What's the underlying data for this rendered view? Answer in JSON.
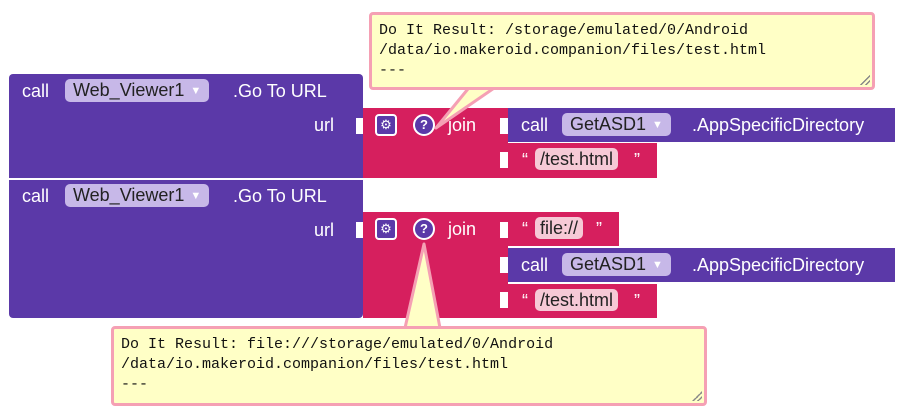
{
  "colors": {
    "procedure": "#5b39a8",
    "text_block": "#d61f5e",
    "bubble_bg": "#ffffc6",
    "bubble_border": "#f5a0b4"
  },
  "block1": {
    "call_label": "call",
    "component": "Web_Viewer1",
    "method": ".Go To URL",
    "socket_label": "url",
    "join_label": "join",
    "item1": {
      "call_label": "call",
      "component": "GetASD1",
      "method": ".AppSpecificDirectory"
    },
    "item2": {
      "quote_open": "“",
      "text": "/test.html",
      "quote_close": "”"
    }
  },
  "block2": {
    "call_label": "call",
    "component": "Web_Viewer1",
    "method": ".Go To URL",
    "socket_label": "url",
    "join_label": "join",
    "item1": {
      "quote_open": "“",
      "text": "file://",
      "quote_close": "”"
    },
    "item2": {
      "call_label": "call",
      "component": "GetASD1",
      "method": ".AppSpecificDirectory"
    },
    "item3": {
      "quote_open": "“",
      "text": "/test.html",
      "quote_close": "”"
    }
  },
  "result1": {
    "line1": "Do It Result: /storage/emulated/0/Android",
    "line2": "/data/io.makeroid.companion/files/test.html",
    "line3": "---"
  },
  "result2": {
    "line1": "Do It Result: file:///storage/emulated/0/Android",
    "line2": "/data/io.makeroid.companion/files/test.html",
    "line3": "---"
  }
}
